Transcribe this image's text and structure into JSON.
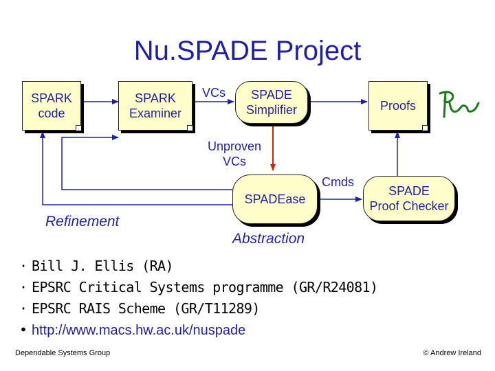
{
  "title": "Nu.SPADE Project",
  "boxes": {
    "spark_code": "SPARK\ncode",
    "spark_examiner": "SPARK\nExaminer",
    "spade_simplifier": "SPADE\nSimplifier",
    "proofs": "Proofs",
    "spadease": "SPADEase",
    "proof_checker": "SPADE\nProof Checker"
  },
  "labels": {
    "vcs": "VCs",
    "unproven_vcs": "Unproven\nVCs",
    "cmds": "Cmds",
    "refinement": "Refinement",
    "abstraction": "Abstraction"
  },
  "bullets": [
    {
      "marker": "·",
      "text": "Bill J. Ellis (RA)"
    },
    {
      "marker": "·",
      "text": "EPSRC Critical Systems programme (GR/R24081)"
    },
    {
      "marker": "·",
      "text": "EPSRC RAIS Scheme (GR/T11289)"
    },
    {
      "marker": "•",
      "text": "http://www.macs.hw.ac.uk/nuspade"
    }
  ],
  "footer": {
    "left": "Dependable Systems Group",
    "right": "© Andrew Ireland"
  },
  "colors": {
    "text_blue": "#1f1fa8",
    "box_fill": "#ffffcc",
    "arrow_red": "#cc2200",
    "signature_green": "#1a7a1a"
  }
}
